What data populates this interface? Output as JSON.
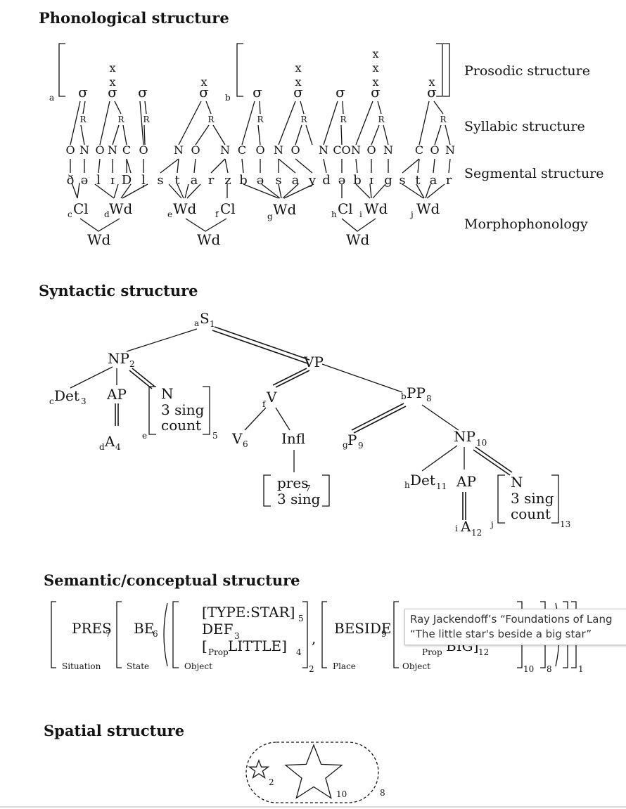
{
  "headings": {
    "phonological": "Phonological structure",
    "syntactic": "Syntactic structure",
    "semantic": "Semantic/conceptual structure",
    "spatial": "Spatial structure"
  },
  "tier_labels": {
    "prosodic": "Prosodic structure",
    "syllabic": "Syllabic structure",
    "segmental": "Segmental structure",
    "morpho": "Morphophonology"
  },
  "phon": {
    "sigma": "σ",
    "x": "x",
    "R": "R",
    "sub_a": "a",
    "sub_b": "b",
    "onc": [
      "O",
      "N",
      "O",
      "N",
      "C",
      "O",
      "N",
      "O",
      "N",
      "C",
      "O",
      "N",
      "O",
      "N",
      "CO",
      "N",
      "O",
      "N",
      "C",
      "O",
      "N",
      "C"
    ],
    "segments": [
      "ð",
      "ə",
      "l",
      "ɪ",
      "D",
      "l̩",
      "s",
      "t",
      "a",
      "r",
      "z",
      "b",
      "ə",
      "s",
      "a",
      "y",
      "d",
      "ə",
      "b",
      "ɪ",
      "g",
      "s",
      "t",
      "a",
      "r"
    ],
    "morph": {
      "c": "c",
      "cl": "Cl",
      "d": "d",
      "wd": "Wd",
      "e": "e",
      "f": "f",
      "g": "g",
      "h": "h",
      "i": "i",
      "j": "j"
    }
  },
  "syntax": {
    "s_sub": "a",
    "S": "S",
    "s_idx": "1",
    "NP": "NP",
    "np_idx": "2",
    "VP": "VP",
    "det_sub": "c",
    "Det": "Det",
    "det_idx": "3",
    "AP": "AP",
    "a_sub": "d",
    "A": "A",
    "a_idx": "4",
    "e_sub": "e",
    "N": "N",
    "sing": "3 sing",
    "count": "count",
    "n_idx": "5",
    "f_sub": "f",
    "V": "V",
    "V6": "V",
    "v6_idx": "6",
    "Infl": "Infl",
    "pres": "pres",
    "pres_idx": "7",
    "sing2": "3 sing",
    "b_sub": "b",
    "PP": "PP",
    "pp_idx": "8",
    "g_sub": "g",
    "P": "P",
    "p_idx": "9",
    "NP10": "NP",
    "np10_idx": "10",
    "h_sub": "h",
    "Det11": "Det",
    "det11_idx": "11",
    "AP2": "AP",
    "i_sub": "i",
    "A12": "A",
    "a12_idx": "12",
    "j_sub": "j",
    "N2": "N",
    "sing3": "3 sing",
    "count2": "count",
    "n13_idx": "13"
  },
  "semantics": {
    "pres": "PRES",
    "pres_idx": "7",
    "situation": "Situation",
    "be": "BE",
    "be_idx": "6",
    "state": "State",
    "type_star": "[TYPE:STAR]",
    "star_idx": "5",
    "def": "DEF",
    "def_idx": "3",
    "prop_open": "[",
    "prop": "Prop",
    "little": "LITTLE]",
    "little_idx": "4",
    "object": "Object",
    "obj_idx": "2",
    "comma": ",",
    "beside": "BESIDE",
    "beside_idx": "9",
    "place": "Place",
    "object2": "Object",
    "prop2": "Prop",
    "big": "BIG]",
    "big_idx": "12",
    "i10": "10",
    "i8": "8",
    "i1": "1"
  },
  "spatial": {
    "small_idx": "2",
    "big_idx": "10",
    "group_idx": "8"
  },
  "tooltip": {
    "line1": "Ray Jackendoff’s “Foundations of Lang",
    "line2": "“The little star's beside a big star”"
  }
}
